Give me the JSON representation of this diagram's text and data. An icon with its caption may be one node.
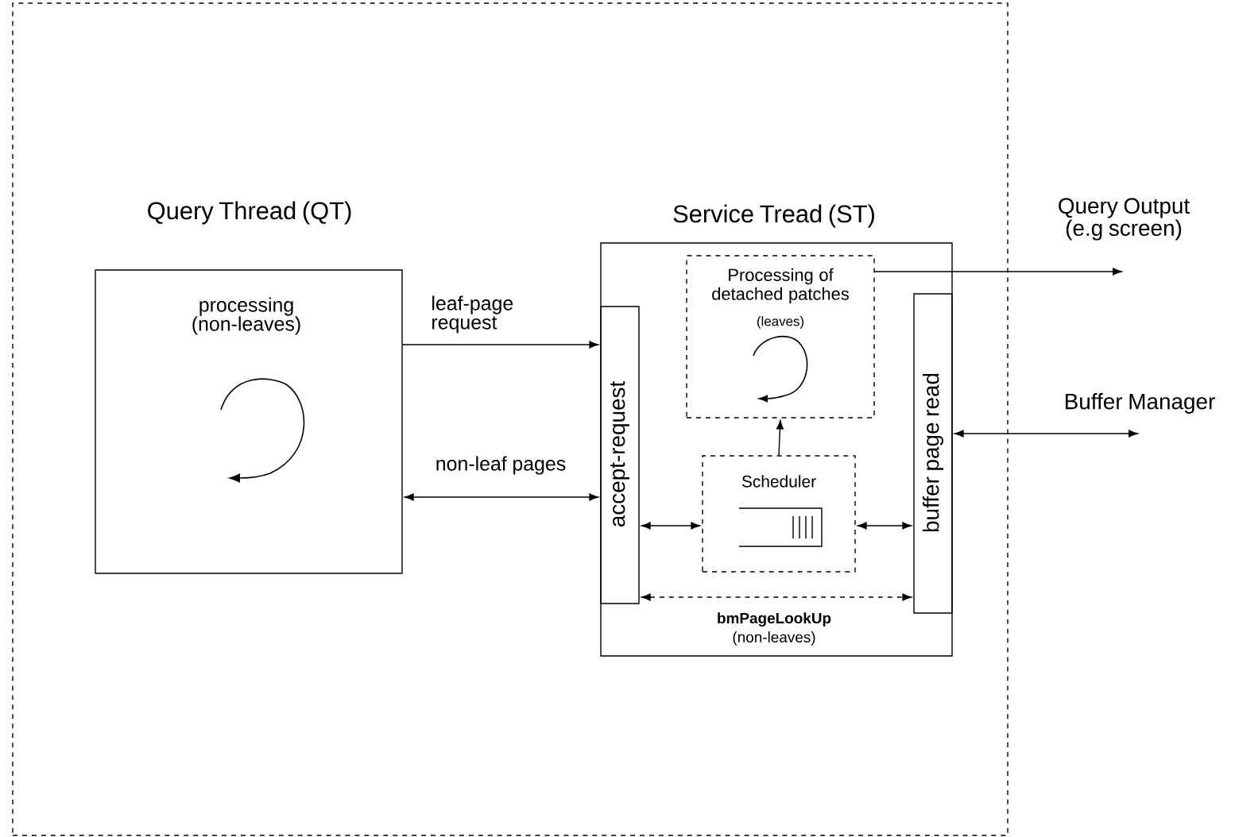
{
  "diagram": {
    "nodes": [
      {
        "text": [],
        "shape": "box"
      },
      {
        "text": [
          "Query Thread (QT)",
          "processing (non-leaves)"
        ],
        "in": 0
      },
      {
        "text": [
          "Service Tread (ST)"
        ],
        "in": 0
      },
      {
        "text": [
          "accept-request"
        ],
        "in": 2
      },
      {
        "text": [
          "Processing of detached patches",
          "(leaves)"
        ],
        "in": 2
      },
      {
        "text": [
          "Scheduler"
        ],
        "in": 2
      },
      {
        "text": [
          "buffer page read"
        ],
        "in": 2
      },
      {
        "text": [
          "Query Output (e.g screen)"
        ]
      },
      {
        "text": [
          "Buffer Manager"
        ]
      }
    ],
    "edges": [
      {
        "from": 1,
        "to": 3,
        "arrow": "to",
        "label": "leaf-page request"
      },
      {
        "from": 1,
        "to": 3,
        "arrow": "both",
        "label": "non-leaf pages"
      },
      {
        "from": 3,
        "to": 5,
        "arrow": "both"
      },
      {
        "from": 5,
        "to": 6,
        "arrow": "both"
      },
      {
        "from": 3,
        "to": 6,
        "arrow": "both",
        "style": "dashed",
        "label": "**bmPageLookUp** (non-leaves)"
      },
      {
        "from": 5,
        "to": 4,
        "arrow": "to"
      },
      {
        "from": 4,
        "to": 7,
        "arrow": "to"
      },
      {
        "from": 6,
        "to": 8,
        "arrow": "both"
      }
    ]
  }
}
